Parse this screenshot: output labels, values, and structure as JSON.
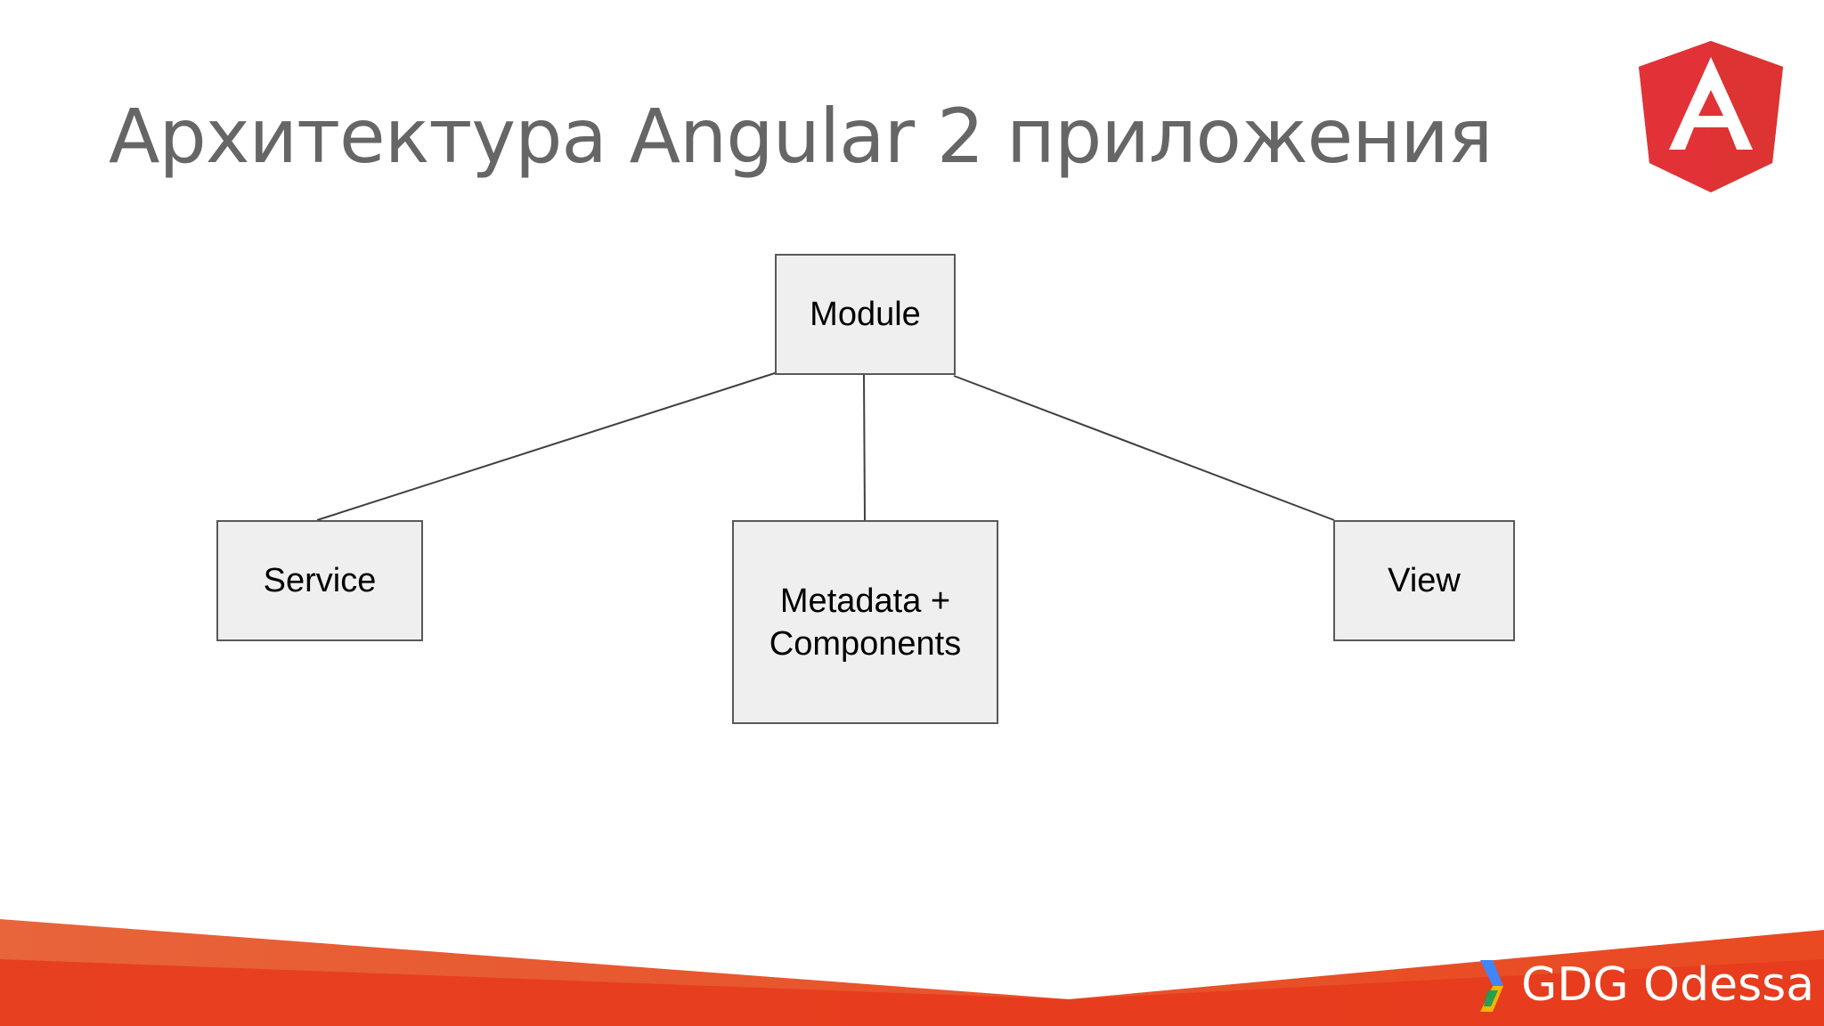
{
  "slide": {
    "title": "Архитектура Angular 2 приложения",
    "logo_icon": "angular-shield-icon",
    "logo_letter": "A",
    "footer_brand": "GDG Odessa",
    "colors": {
      "title": "#666666",
      "node_fill": "#efefef",
      "node_border": "#595959",
      "connector": "#404040",
      "angular_red": "#dd3333",
      "angular_dark_red": "#b52e31",
      "footer_orange": "#e8542c",
      "footer_red": "#e6391c"
    }
  },
  "diagram": {
    "nodes": {
      "module": "Module",
      "service": "Service",
      "metadata_line1": "Metadata +",
      "metadata_line2": "Components",
      "view": "View"
    },
    "edges": [
      {
        "from": "Module",
        "to": "Service"
      },
      {
        "from": "Module",
        "to": "Metadata + Components"
      },
      {
        "from": "Module",
        "to": "View"
      }
    ]
  }
}
